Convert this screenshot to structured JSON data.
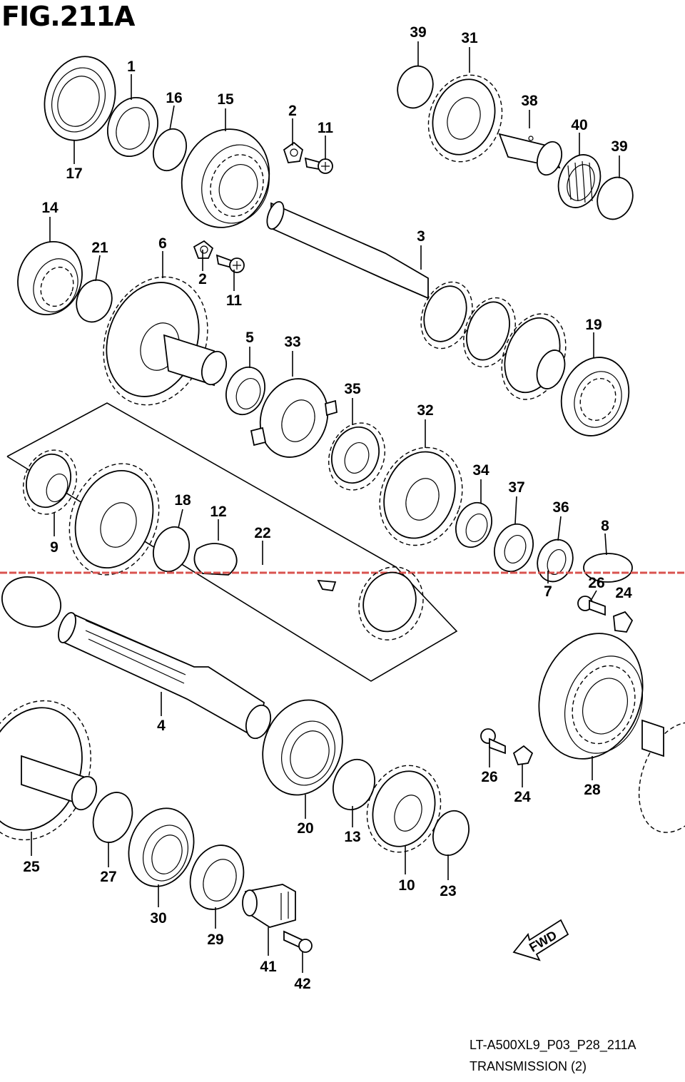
{
  "figure": {
    "title": "FIG.211A",
    "model_code": "LT-A500XL9_P03_P28_211A",
    "section_name": "TRANSMISSION (2)",
    "direction_label": "FWD"
  },
  "callouts": [
    "1",
    "2",
    "2",
    "3",
    "4",
    "5",
    "6",
    "7",
    "8",
    "9",
    "10",
    "11",
    "11",
    "12",
    "13",
    "14",
    "15",
    "16",
    "17",
    "18",
    "19",
    "20",
    "21",
    "22",
    "23",
    "24",
    "24",
    "25",
    "26",
    "26",
    "27",
    "28",
    "29",
    "30",
    "31",
    "32",
    "33",
    "34",
    "35",
    "36",
    "37",
    "38",
    "39",
    "39",
    "40",
    "41",
    "42"
  ],
  "colors": {
    "line": "#000000",
    "background": "#ffffff",
    "scan_artifact": "#d9534f"
  }
}
